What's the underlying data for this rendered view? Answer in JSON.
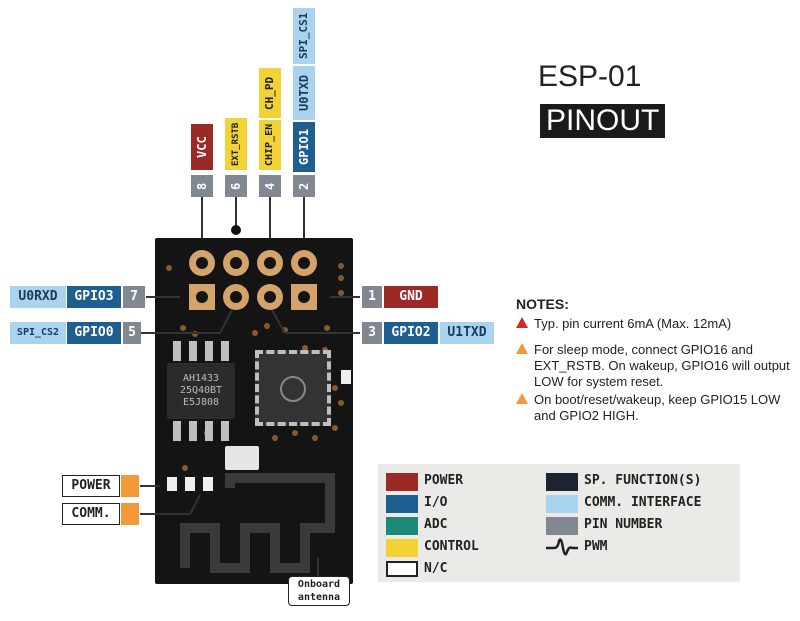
{
  "title": {
    "line1": "ESP-01",
    "line2": "PINOUT"
  },
  "colors": {
    "power": "#9b2a27",
    "io": "#1f5f8f",
    "adc": "#1c8a74",
    "control": "#f2d234",
    "sp_function": "#1b2430",
    "comm_interface": "#a9d3ee",
    "pin_number": "#818891",
    "board": "#1a1a1a"
  },
  "top_pins": [
    {
      "number": "8",
      "labels": [
        "VCC"
      ]
    },
    {
      "number": "6",
      "labels": [
        "EXT_RSTB"
      ]
    },
    {
      "number": "4",
      "labels": [
        "CHIP_EN",
        "CH_PD"
      ]
    },
    {
      "number": "2",
      "labels": [
        "GPIO1",
        "U0TXD",
        "SPI_CS1"
      ]
    }
  ],
  "left_pins": [
    {
      "number": "7",
      "gpio": "GPIO3",
      "func": "U0RXD"
    },
    {
      "number": "5",
      "gpio": "GPIO0",
      "func": "SPI_CS2"
    }
  ],
  "right_pins": [
    {
      "number": "1",
      "name": "GND"
    },
    {
      "number": "3",
      "gpio": "GPIO2",
      "func": "U1TXD"
    }
  ],
  "leds": {
    "power": "POWER",
    "comm": "COMM."
  },
  "chip": {
    "line1": "AH1433",
    "line2": "25Q40BT",
    "line3": "E5J808"
  },
  "antenna": {
    "line1": "Onboard",
    "line2": "antenna"
  },
  "notes": {
    "heading": "NOTES:",
    "items": [
      {
        "icon": "red",
        "text": "Typ. pin current 6mA (Max. 12mA)"
      },
      {
        "icon": "orange",
        "text": "For sleep mode, connect GPIO16 and EXT_RSTB. On wakeup, GPIO16 will output LOW for system reset."
      },
      {
        "icon": "orange",
        "text": "On boot/reset/wakeup, keep GPIO15 LOW and GPIO2 HIGH."
      }
    ]
  },
  "legend": {
    "left": [
      "POWER",
      "I/O",
      "ADC",
      "CONTROL",
      "N/C"
    ],
    "right": [
      "SP. FUNCTION(S)",
      "COMM. INTERFACE",
      "PIN NUMBER",
      "PWM"
    ]
  }
}
